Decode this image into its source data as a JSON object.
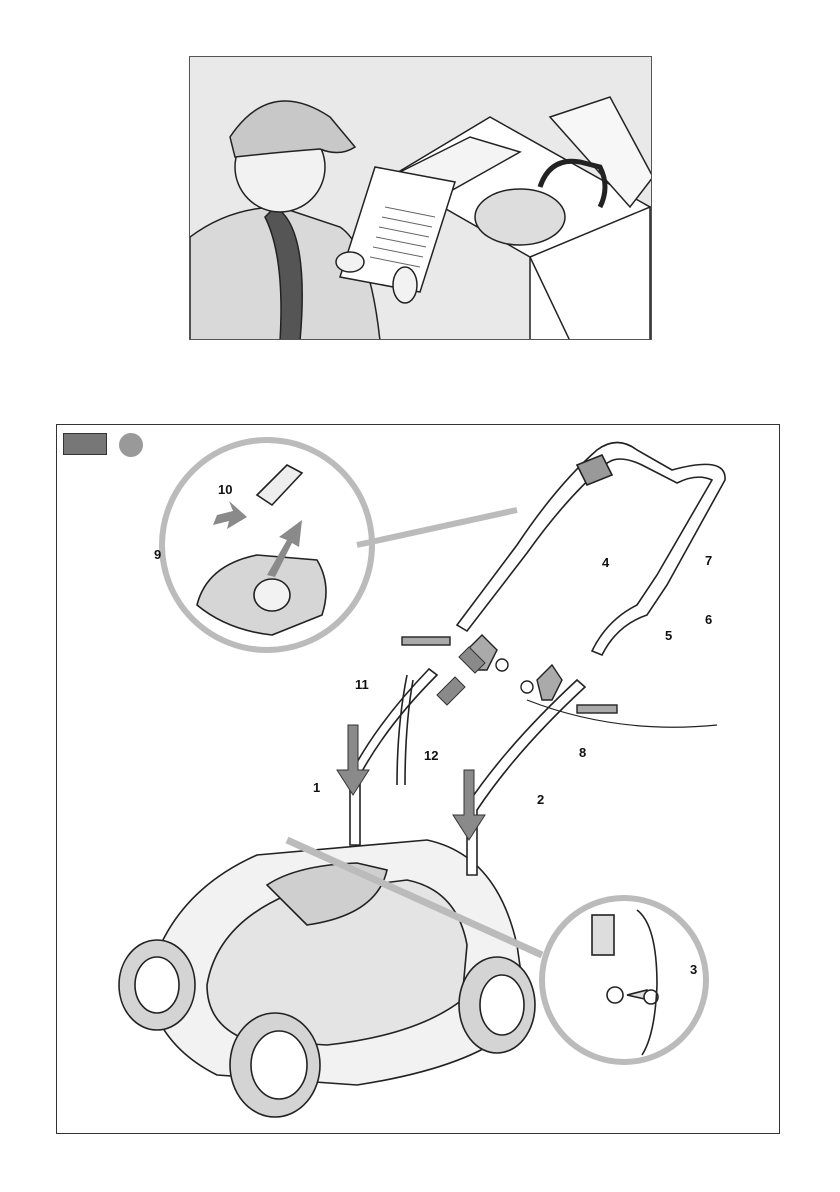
{
  "callouts": {
    "c1": "1",
    "c2": "2",
    "c3": "3",
    "c4": "4",
    "c5": "5",
    "c6": "6",
    "c7": "7",
    "c8": "8",
    "c9": "9",
    "c10": "10",
    "c11": "11",
    "c12": "12"
  },
  "colors": {
    "figure_tab": "#777777",
    "figure_dot": "#999999",
    "arrow_fill": "#8a8a8a",
    "line": "#222222"
  }
}
